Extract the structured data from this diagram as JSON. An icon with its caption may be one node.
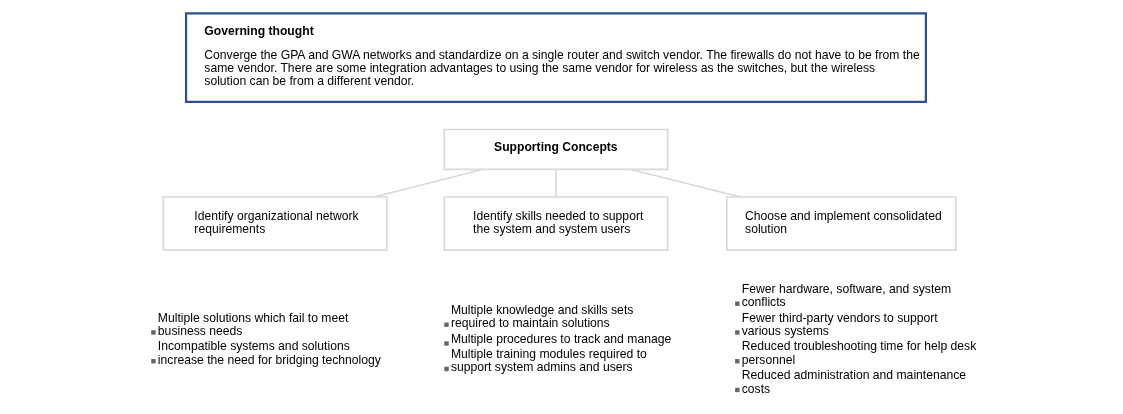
{
  "diagram": {
    "nodes": [
      {
        "text": [
          "Governing thought",
          "Converge the GPA and GWA networks and standardize on a single router and switch vendor. The firewalls do not have to be from the same vendor. There are some integration advantages to using the same vendor for wireless as the switches, but the wireless solution can be from a different vendor."
        ]
      },
      {
        "text": [
          "Supporting Concepts"
        ]
      },
      {
        "text": [
          "Identify organizational network requirements"
        ],
        "beside": [
          "Multiple solutions which fail to meet business needs",
          "Incompatible systems and solutions increase the need for bridging technology"
        ]
      },
      {
        "text": [
          "Identify skills needed to support the system and system users"
        ],
        "beside": [
          "Multiple knowledge and skills sets required to maintain solutions",
          "Multiple procedures to track and manage",
          "Multiple training modules required to support system admins and users"
        ]
      },
      {
        "text": [
          "Choose and implement consolidated solution"
        ],
        "beside": [
          "Fewer hardware, software, and system conflicts",
          "Fewer third-party vendors to support various systems",
          "Reduced troubleshooting time for help desk personnel",
          "Reduced administration and maintenance costs"
        ]
      }
    ],
    "edges": [
      {
        "from": 1,
        "to": 2,
        "arrow": "none"
      },
      {
        "from": 1,
        "to": 3,
        "arrow": "none"
      },
      {
        "from": 1,
        "to": 4,
        "arrow": "none"
      }
    ]
  }
}
